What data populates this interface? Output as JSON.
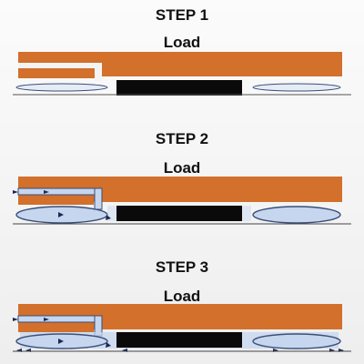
{
  "colors": {
    "plate": "#d2702c",
    "plate_dark": "#b85e20",
    "foundation_block": "#0a0a0a",
    "air": "#c6d6ef",
    "air_edge": "#3a4e78",
    "flow_line": "#5a6c9a",
    "ground_line": "#444444"
  },
  "steps": [
    {
      "title": "STEP 1",
      "load": "Load"
    },
    {
      "title": "STEP 2",
      "load": "Load"
    },
    {
      "title": "STEP 3",
      "load": "Load"
    }
  ]
}
